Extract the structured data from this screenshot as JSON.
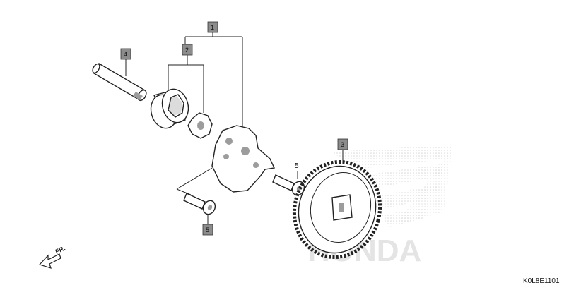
{
  "callouts": {
    "c1": "1",
    "c2": "2",
    "c3": "3",
    "c4": "4",
    "c5_box": "5",
    "c5_plain": "5"
  },
  "direction_label": "FR.",
  "diagram_code": "K0L8E1101",
  "watermark": "HONDA"
}
